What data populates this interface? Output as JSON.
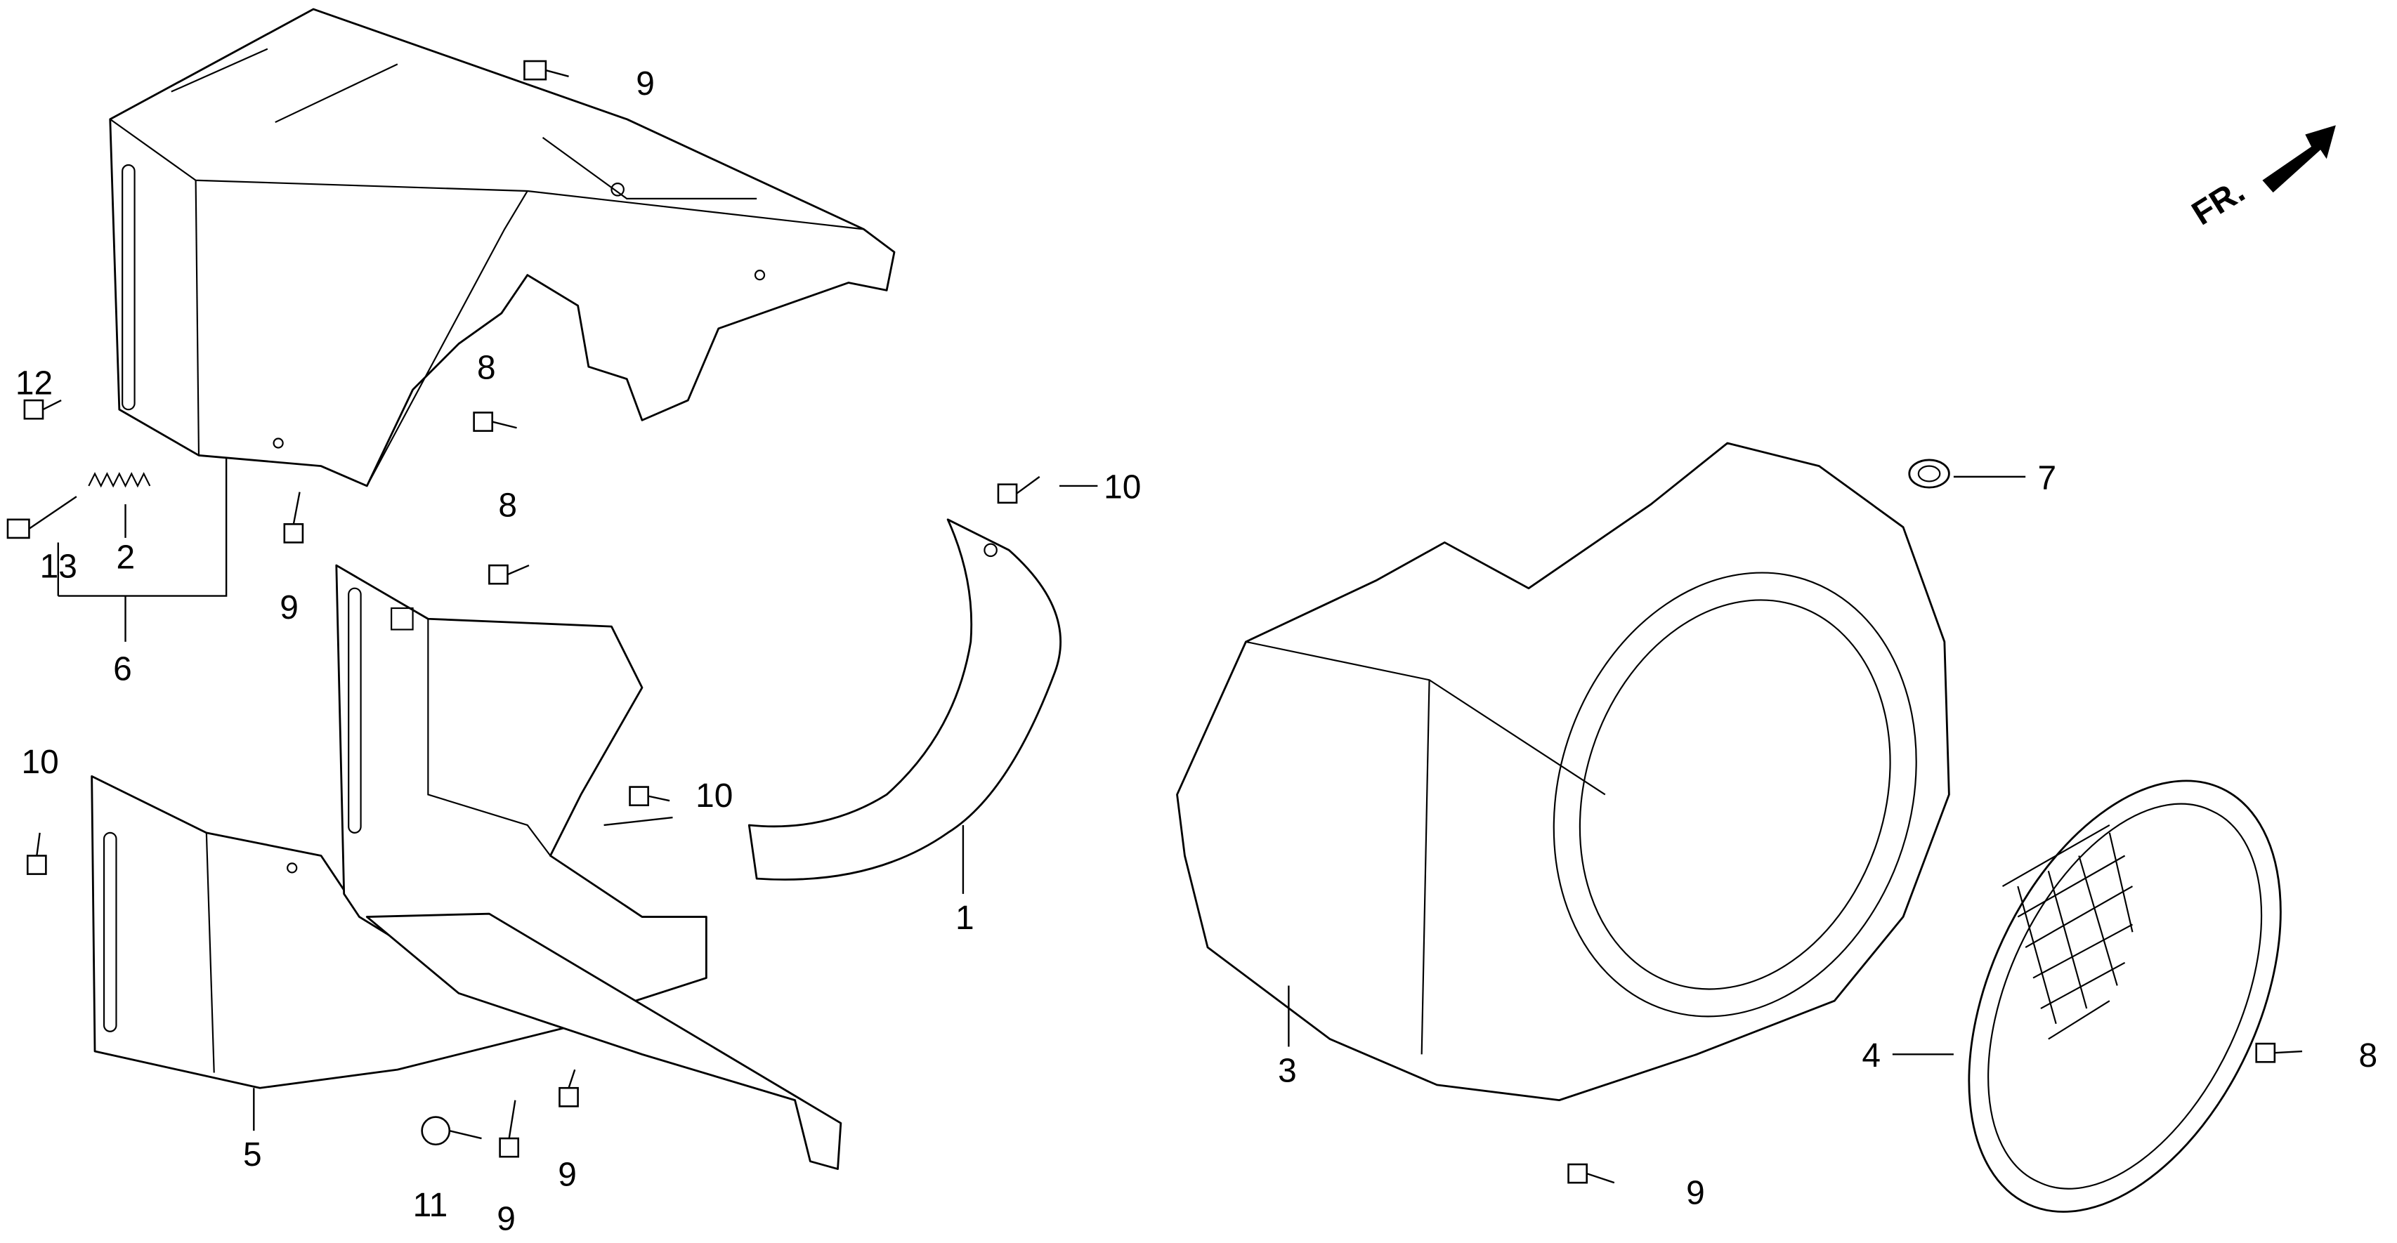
{
  "diagram": {
    "direction_label": "FR.",
    "callouts": {
      "c9_top": "9",
      "c12": "12",
      "c8_a": "8",
      "c10_mid": "10",
      "c7": "7",
      "c8_b": "8",
      "c2": "2",
      "c13": "13",
      "c9_left": "9",
      "c6": "6",
      "c10_left": "10",
      "c10_center": "10",
      "c1": "1",
      "c3": "3",
      "c4": "4",
      "c8_right": "8",
      "c5": "5",
      "c9_bottom_a": "9",
      "c11": "11",
      "c9_bottom_b": "9",
      "c9_bottom_right": "9"
    }
  }
}
